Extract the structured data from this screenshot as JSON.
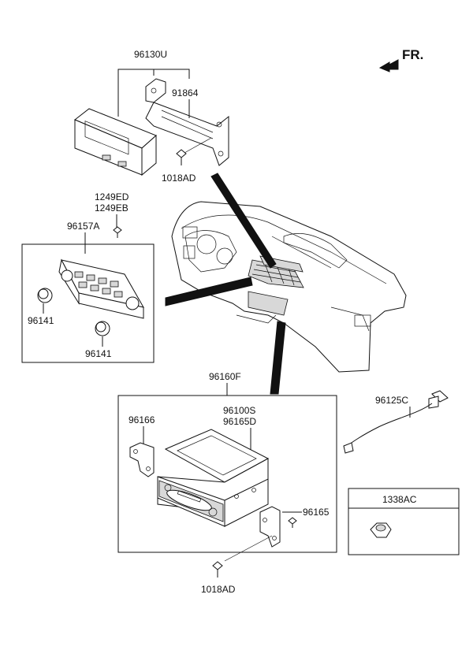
{
  "direction": {
    "label": "FR."
  },
  "labels": {
    "assy_96130U": "96130U",
    "bracket_91864": "91864",
    "screw_1018AD_top": "1018AD",
    "screw_1249ED": "1249ED",
    "screw_1249EB": "1249EB",
    "heater_96157A": "96157A",
    "knob_96141_left": "96141",
    "knob_96141_bottom": "96141",
    "audio_96160F": "96160F",
    "bracket_96166": "96166",
    "unit_96100S": "96100S",
    "unit_96165D": "96165D",
    "bracket_96165": "96165",
    "screw_1018AD_bottom": "1018AD",
    "cable_96125C": "96125C",
    "nut_1338AC": "1338AC"
  }
}
